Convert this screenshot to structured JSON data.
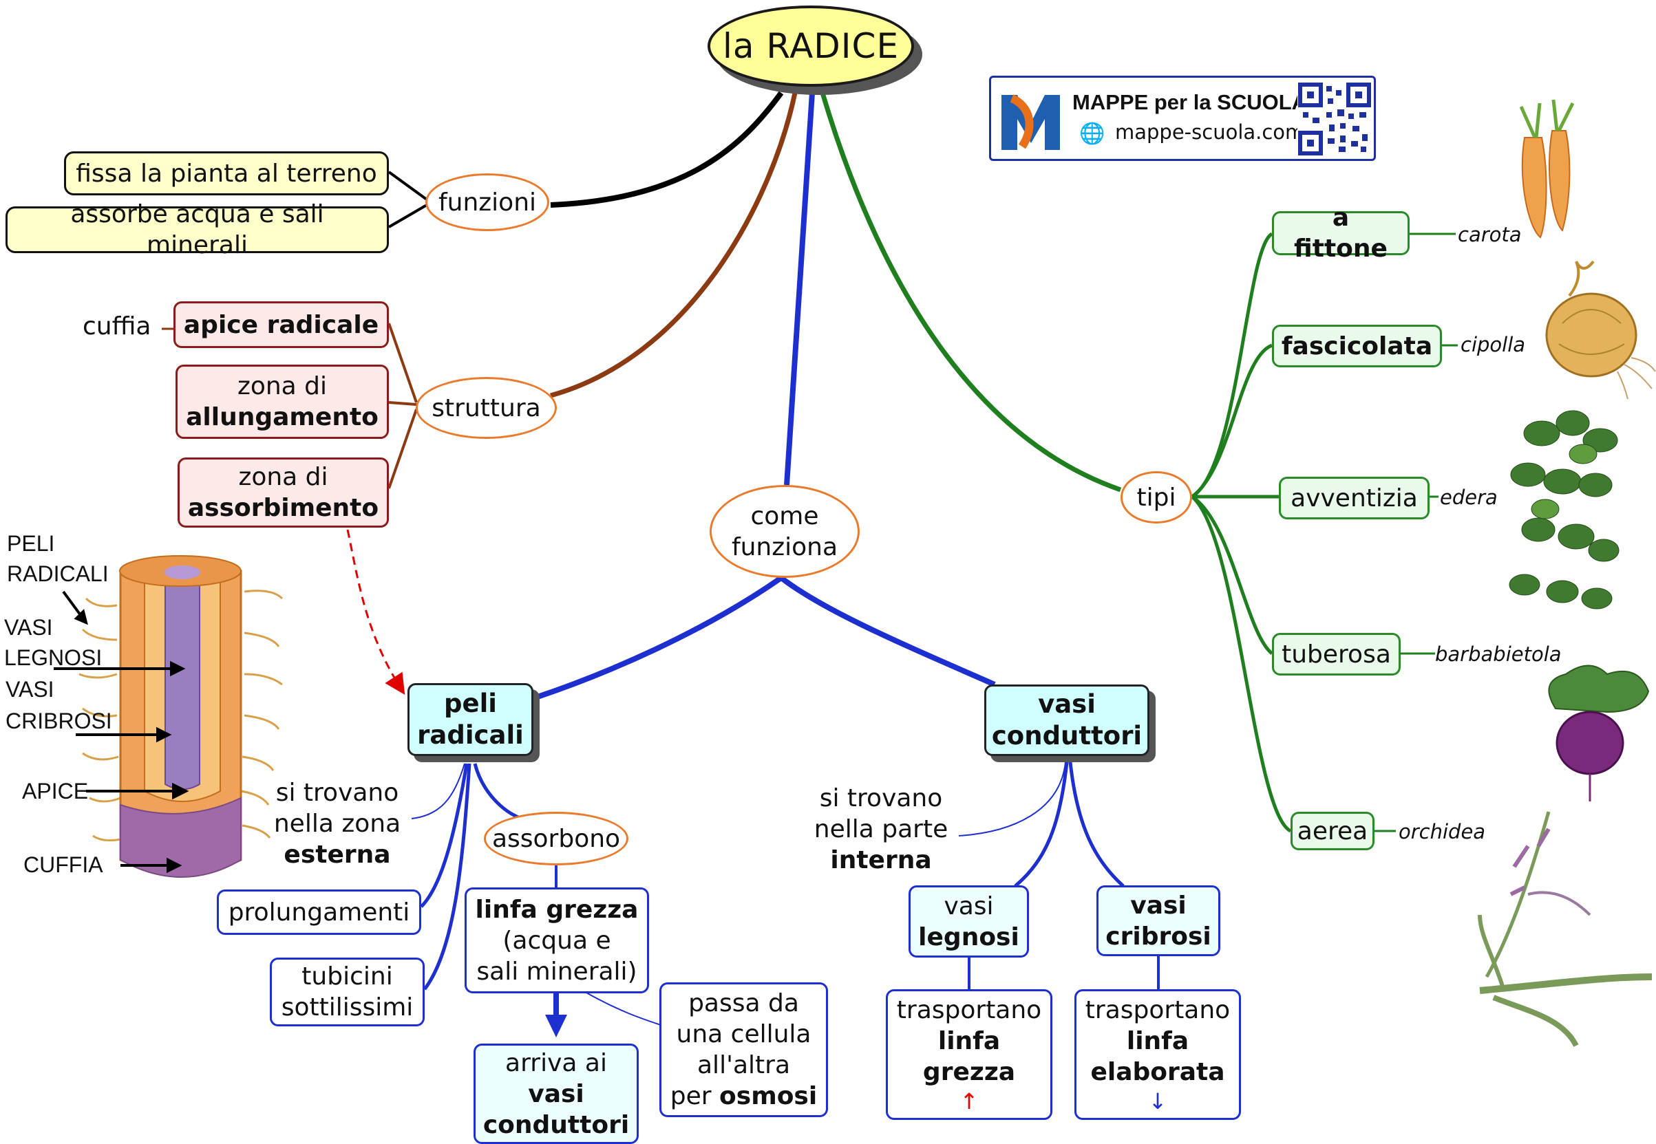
{
  "title": "la RADICE",
  "logo": {
    "brand": "MAPPE per la SCUOLA",
    "site": "mappe-scuola.com",
    "globe_icon": "globe-icon",
    "mark_icon": "mappe-logo-icon",
    "qr_icon": "qr-code-icon"
  },
  "funzioni": {
    "label": "funzioni",
    "items": [
      "fissa la pianta al terreno",
      "assorbe acqua e sali minerali"
    ]
  },
  "struttura": {
    "label": "struttura",
    "apice": "apice radicale",
    "cuffia": "cuffia",
    "allungamento_1": "zona di",
    "allungamento_2": "allungamento",
    "assorbimento_1": "zona di",
    "assorbimento_2": "assorbimento"
  },
  "come": {
    "line1": "come",
    "line2": "funziona"
  },
  "peli": {
    "title_1": "peli",
    "title_2": "radicali",
    "where_1": "si trovano",
    "where_2": "nella zona",
    "where_3": "esterna",
    "prolungamenti": "prolungamenti",
    "tubicini_1": "tubicini",
    "tubicini_2": "sottilissimi",
    "assorbono": "assorbono",
    "linfa_1": "linfa grezza",
    "linfa_2": "(acqua e",
    "linfa_3": "sali minerali)",
    "arriva_1": "arriva ai",
    "arriva_2": "vasi",
    "arriva_3": "conduttori",
    "passa_1": "passa da",
    "passa_2": "una cellula",
    "passa_3": "all'altra",
    "passa_4": "per ",
    "passa_5": "osmosi"
  },
  "vasi": {
    "title_1": "vasi",
    "title_2": "conduttori",
    "where_1": "si trovano",
    "where_2": "nella parte",
    "where_3": "interna",
    "legnosi_1": "vasi",
    "legnosi_2": "legnosi",
    "cribrosi_1": "vasi",
    "cribrosi_2": "cribrosi",
    "trasp_l_1": "trasportano",
    "trasp_l_2": "linfa",
    "trasp_l_3": "grezza",
    "trasp_l_arrow": "↑",
    "trasp_c_1": "trasportano",
    "trasp_c_2": "linfa",
    "trasp_c_3": "elaborata",
    "trasp_c_arrow": "↓"
  },
  "tipi": {
    "label": "tipi",
    "items": [
      {
        "name": "a fittone",
        "example": "carota",
        "bold": true
      },
      {
        "name": "fascicolata",
        "example": "cipolla",
        "bold": true
      },
      {
        "name": "avventizia",
        "example": "edera",
        "bold": false
      },
      {
        "name": "tuberosa",
        "example": "barbabietola",
        "bold": false
      },
      {
        "name": "aerea",
        "example": "orchidea",
        "bold": false
      }
    ]
  },
  "illustration_labels": [
    "PELI",
    "RADICALI",
    "VASI",
    "LEGNOSI",
    "VASI",
    "CRIBROSI",
    "APICE",
    "CUFFIA"
  ],
  "colors": {
    "blue": "#1e2fd0",
    "green": "#1f7f1f",
    "brown": "#8b3a12",
    "orange": "#ea7a2c",
    "red": "#e00000"
  }
}
